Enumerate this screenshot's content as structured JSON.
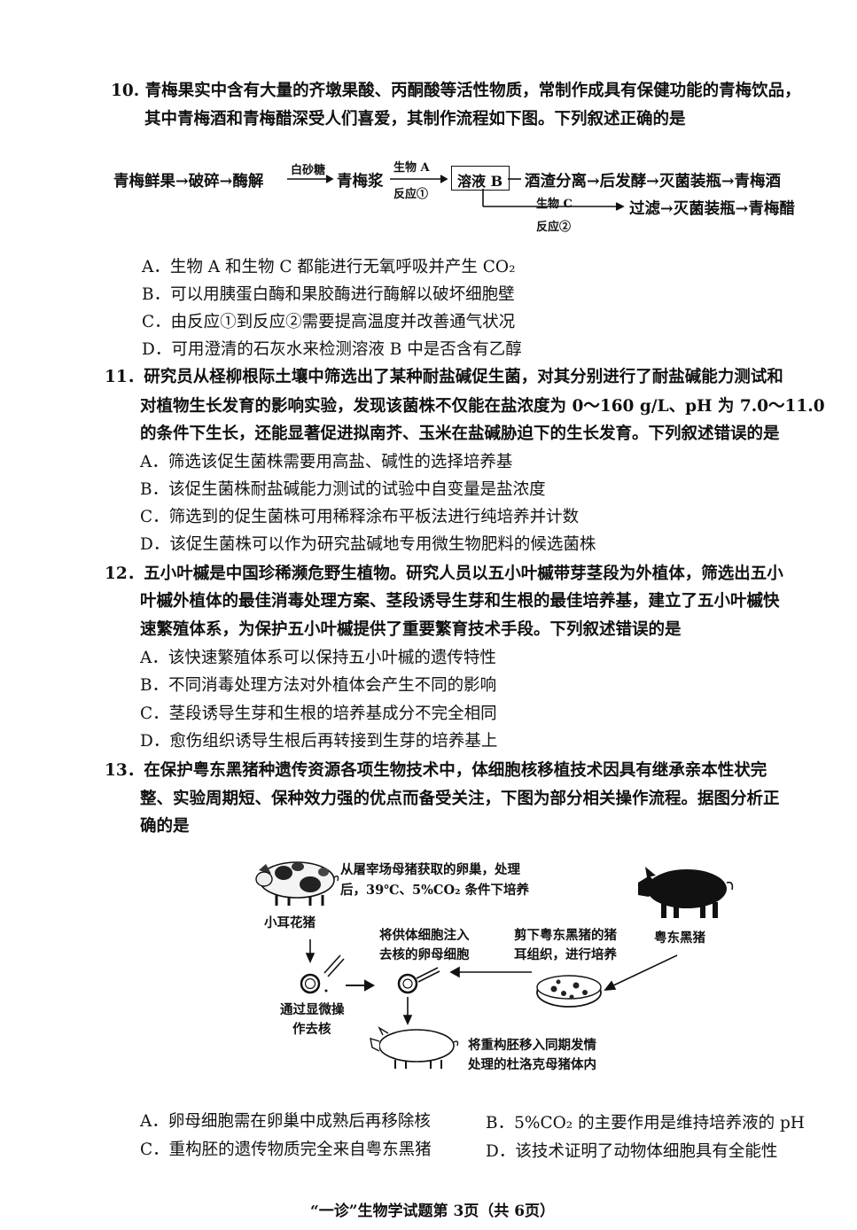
{
  "q10": {
    "line1": "10. 青梅果实中含有大量的齐墩果酸、丙酮酸等活性物质，常制作成具有保健功能的青梅饮品，",
    "line2": "其中青梅酒和青梅醋深受人们喜爱，其制作流程如下图。下列叙述正确的是",
    "flow": {
      "start": "青梅鲜果→破碎→酶解",
      "add_label": "白砂糖",
      "slurry": "青梅浆",
      "bio_a": "生物 A",
      "reaction1": "反应①",
      "solution_b": "溶液 B",
      "top_rest": "酒渣分离→后发酵→灭菌装瓶→青梅酒",
      "bio_c": "生物 C",
      "reaction2": "反应②",
      "bottom_rest": "过滤→灭菌装瓶→青梅醋"
    },
    "options": [
      "A．生物 A 和生物 C 都能进行无氧呼吸并产生 CO₂",
      "B．可以用胰蛋白酶和果胶酶进行酶解以破坏细胞壁",
      "C．由反应①到反应②需要提高温度并改善通气状况",
      "D．可用澄清的石灰水来检测溶液 B 中是否含有乙醇"
    ]
  },
  "q11": {
    "line1": "11．研究员从柽柳根际土壤中筛选出了某种耐盐碱促生菌，对其分别进行了耐盐碱能力测试和",
    "line2": "对植物生长发育的影响实验，发现该菌株不仅能在盐浓度为 0～160 g/L、pH 为 7.0～11.0",
    "line3": "的条件下生长，还能显著促进拟南芥、玉米在盐碱胁迫下的生长发育。下列叙述错误的是",
    "options": [
      "A．筛选该促生菌株需要用高盐、碱性的选择培养基",
      "B．该促生菌株耐盐碱能力测试的试验中自变量是盐浓度",
      "C．筛选到的促生菌株可用稀释涂布平板法进行纯培养并计数",
      "D．该促生菌株可以作为研究盐碱地专用微生物肥料的候选菌株"
    ]
  },
  "q12": {
    "line1": "12．五小叶槭是中国珍稀濒危野生植物。研究人员以五小叶槭带芽茎段为外植体，筛选出五小",
    "line2": "叶槭外植体的最佳消毒处理方案、茎段诱导生芽和生根的最佳培养基，建立了五小叶槭快",
    "line3": "速繁殖体系，为保护五小叶槭提供了重要繁育技术手段。下列叙述错误的是",
    "options": [
      "A．该快速繁殖体系可以保持五小叶槭的遗传特性",
      "B．不同消毒处理方法对外植体会产生不同的影响",
      "C．茎段诱导生芽和生根的培养基成分不完全相同",
      "D．愈伤组织诱导生根后再转接到生芽的培养基上"
    ]
  },
  "q13": {
    "line1": "13．在保护粤东黑猪种遗传资源各项生物技术中，体细胞核移植技术因具有继承亲本性状完",
    "line2": "整、实验周期短、保种效力强的优点而备受关注，下图为部分相关操作流程。据图分析正",
    "line3": "确的是",
    "figure": {
      "ovary_1": "从屠宰场母猪获取的卵巢，处理",
      "ovary_2": "后，39℃、5%CO₂ 条件下培养",
      "pig1": "小耳花猪",
      "inject_1": "将供体细胞注入",
      "inject_2": "去核的卵母细胞",
      "ear_1": "剪下粤东黑猪的猪",
      "ear_2": "耳组织，进行培养",
      "pig2": "粤东黑猪",
      "enuc_1": "通过显微操",
      "enuc_2": "作去核",
      "transfer_1": "将重构胚移入同期发情",
      "transfer_2": "处理的杜洛克母猪体内"
    },
    "options": [
      "A．卵母细胞需在卵巢中成熟后再移除核",
      "B．5%CO₂ 的主要作用是维持培养液的 pH",
      "C．重构胚的遗传物质完全来自粤东黑猪",
      "D．该技术证明了动物体细胞具有全能性"
    ]
  },
  "footer": "“一诊”生物学试题第 3页（共 6页）"
}
